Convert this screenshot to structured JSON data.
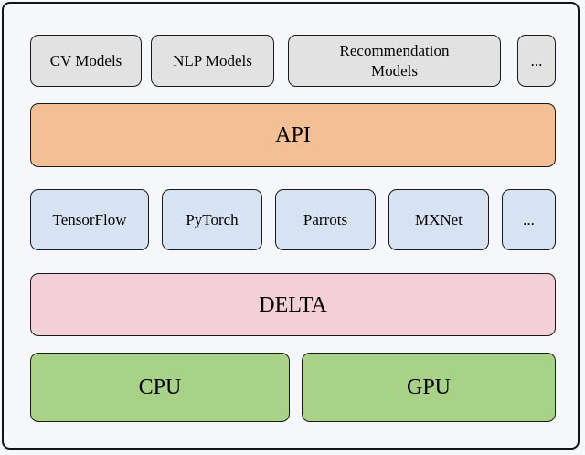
{
  "figure": {
    "background_color": "#f5f7fb",
    "frame_color": "#141414",
    "text_color": "#000000"
  },
  "layers": [
    {
      "name": "models",
      "box_color": "#e2e2e2",
      "boxes": [
        {
          "label": "CV Models"
        },
        {
          "label": "NLP Models"
        },
        {
          "label": "Recommendation\nModels"
        },
        {
          "label": "..."
        }
      ]
    },
    {
      "name": "api",
      "box_color": "#f2c094",
      "boxes": [
        {
          "label": "API"
        }
      ]
    },
    {
      "name": "frameworks",
      "box_color": "#d7e3f2",
      "boxes": [
        {
          "label": "TensorFlow"
        },
        {
          "label": "PyTorch"
        },
        {
          "label": "Parrots"
        },
        {
          "label": "MXNet"
        },
        {
          "label": "..."
        }
      ]
    },
    {
      "name": "delta",
      "box_color": "#f3cfd7",
      "boxes": [
        {
          "label": "DELTA"
        }
      ]
    },
    {
      "name": "hardware",
      "box_color": "#a7d288",
      "boxes": [
        {
          "label": "CPU"
        },
        {
          "label": "GPU"
        }
      ]
    }
  ]
}
